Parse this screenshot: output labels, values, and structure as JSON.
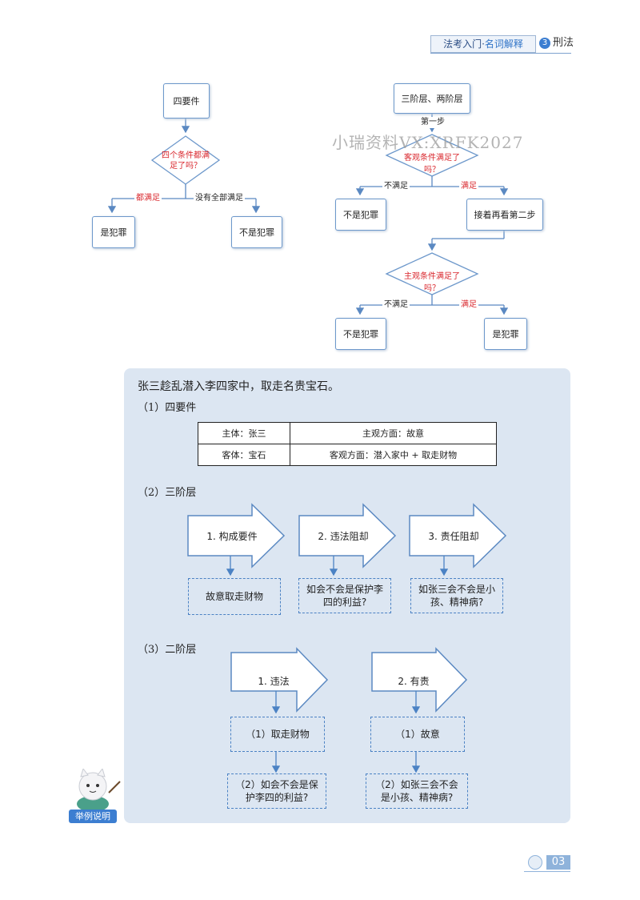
{
  "header": {
    "book_title_prefix": "法考入门·",
    "book_title_suffix": "名词解释",
    "chapter_number": "3",
    "subject": "刑法"
  },
  "watermark": "小瑞资料VX:XRFK2027",
  "flow_four_elements": {
    "start": "四要件",
    "question": "四个条件都满足了吗？",
    "yes_label": "都满足",
    "no_label": "没有全部满足",
    "yes_result": "是犯罪",
    "no_result": "不是犯罪"
  },
  "flow_three_tier": {
    "start": "三阶层、两阶层",
    "step1_label": "第一步",
    "question1": "客观条件满足了吗？",
    "no_label_1": "不满足",
    "yes_label_1": "满足",
    "result_no_1": "不是犯罪",
    "next_step": "接着再看第二步",
    "question2": "主观条件满足了吗？",
    "no_label_2": "不满足",
    "yes_label_2": "满足",
    "result_no_2": "不是犯罪",
    "result_yes_2": "是犯罪"
  },
  "example": {
    "intro": "张三趁乱潜入李四家中，取走名贵宝石。",
    "section1_title": "（1）四要件",
    "table": [
      [
        "主体：张三",
        "主观方面：故意"
      ],
      [
        "客体：宝石",
        "客观方面：潜入家中 + 取走财物"
      ]
    ],
    "section2_title": "（2）三阶层",
    "three_tier": [
      {
        "step": "1. 构成要件",
        "detail": "故意取走财物"
      },
      {
        "step": "2. 违法阻却",
        "detail": "如会不会是保护李四的利益?"
      },
      {
        "step": "3. 责任阻却",
        "detail": "如张三会不会是小孩、精神病?"
      }
    ],
    "section3_title": "（3）二阶层",
    "two_tier": [
      {
        "step": "1. 违法",
        "detail1": "（1）取走财物",
        "detail2": "（2）如会不会是保护李四的利益?"
      },
      {
        "step": "2. 有责",
        "detail1": "（1）故意",
        "detail2": "（2）如张三会不会是小孩、精神病?"
      }
    ]
  },
  "mascot_label": "举例说明",
  "page_number": "03",
  "colors": {
    "accent": "#3c7ed1",
    "panel": "#dce6f2",
    "box_border": "#6d98cb",
    "highlight": "#d9262c"
  }
}
